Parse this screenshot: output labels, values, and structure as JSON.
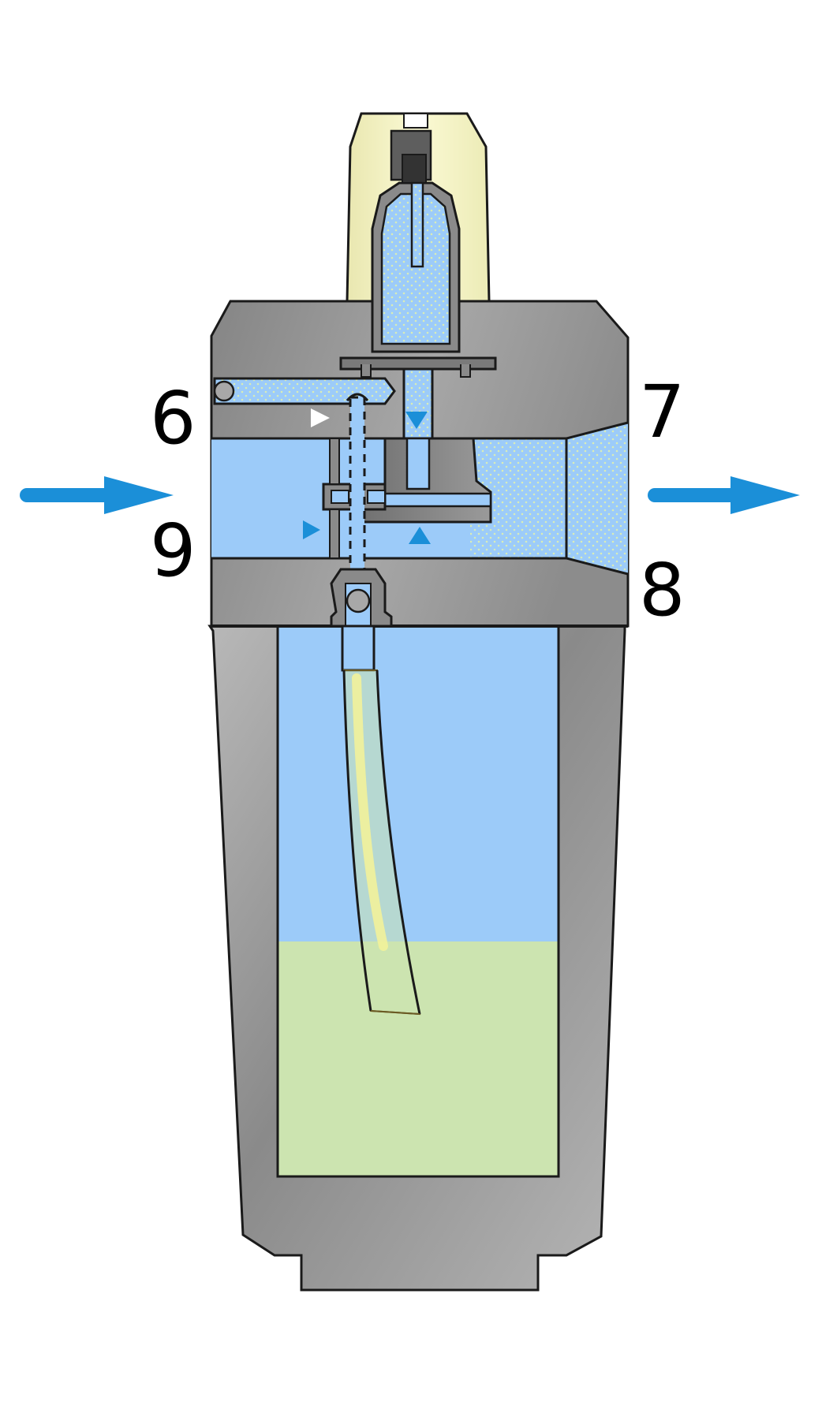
{
  "labels": {
    "port_6": "6",
    "port_7": "7",
    "port_8": "8",
    "port_9": "9"
  },
  "colors": {
    "body_gray": "#8f8f8f",
    "air_blue": "#9ccbf9",
    "oil_green": "#cce4b0",
    "cap_yellow": "#f4f2c2",
    "flow_arrow": "#1b8fd8",
    "outline": "#1a1a1a"
  },
  "icons": {
    "inlet": "right-arrow-icon",
    "outlet": "right-arrow-icon"
  }
}
